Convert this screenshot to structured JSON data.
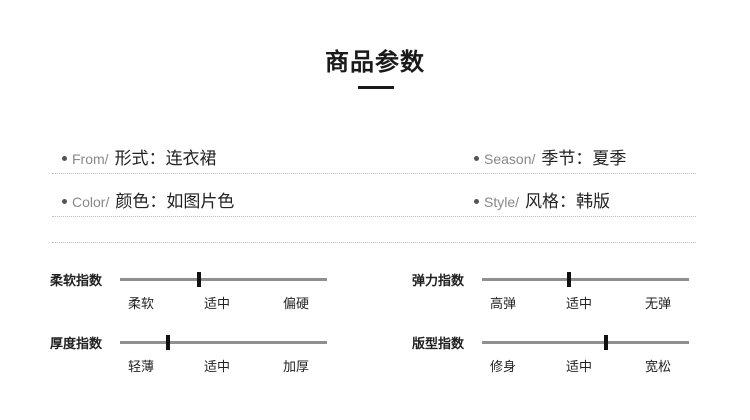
{
  "heading": "商品参数",
  "specs": [
    {
      "en": "From/",
      "label": "形式",
      "value": "连衣裙"
    },
    {
      "en": "Season/",
      "label": "季节",
      "value": "夏季"
    },
    {
      "en": "Color/",
      "label": "颜色",
      "value": "如图片色"
    },
    {
      "en": "Style/",
      "label": "风格",
      "value": "韩版"
    }
  ],
  "separator": "：",
  "scales": [
    {
      "name": "柔软指数",
      "labels": [
        "柔软",
        "适中",
        "偏硬"
      ],
      "level": 0.38
    },
    {
      "name": "弹力指数",
      "labels": [
        "高弹",
        "适中",
        "无弹"
      ],
      "level": 0.42
    },
    {
      "name": "厚度指数",
      "labels": [
        "轻薄",
        "适中",
        "加厚"
      ],
      "level": 0.23
    },
    {
      "name": "版型指数",
      "labels": [
        "修身",
        "适中",
        "宽松"
      ],
      "level": 0.6
    }
  ]
}
